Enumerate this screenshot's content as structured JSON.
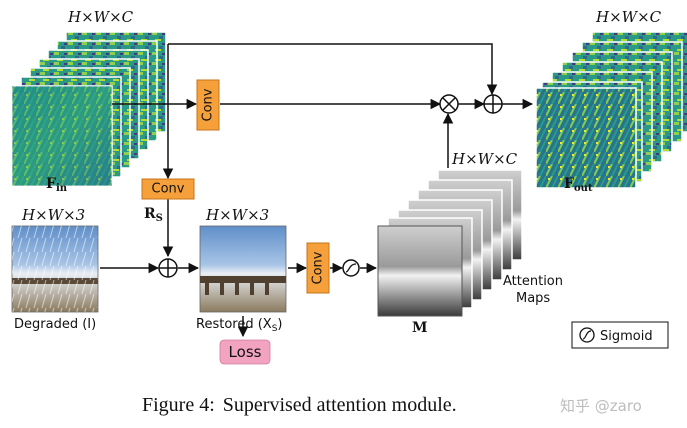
{
  "labels": {
    "hwc_in": "H×W×C",
    "hwc_out": "H×W×C",
    "hwc_attn": "H×W×C",
    "hw3_in": "H×W×3",
    "hw3_restored": "H×W×3",
    "f_in": "F",
    "f_in_sub": "in",
    "f_out": "F",
    "f_out_sub": "out",
    "r_s": "R",
    "r_s_sub": "S",
    "degraded": "Degraded (I)",
    "restored_prefix": "Restored (X",
    "restored_sub": "S",
    "restored_suffix": ")",
    "m": "M",
    "attention_line1": "Attention",
    "attention_line2": "Maps"
  },
  "blocks": {
    "conv_top": "Conv",
    "conv_left": "Conv",
    "conv_mid": "Conv",
    "loss": "Loss"
  },
  "legend": {
    "sigmoid": "Sigmoid"
  },
  "caption": {
    "prefix": "Figure 4:",
    "text": "Supervised attention module."
  },
  "watermark": "知乎 @zaro",
  "colors": {
    "conv": "#f5a03a",
    "conv_border": "#c8741a",
    "loss": "#f2a3c0",
    "arrow": "#111111"
  }
}
